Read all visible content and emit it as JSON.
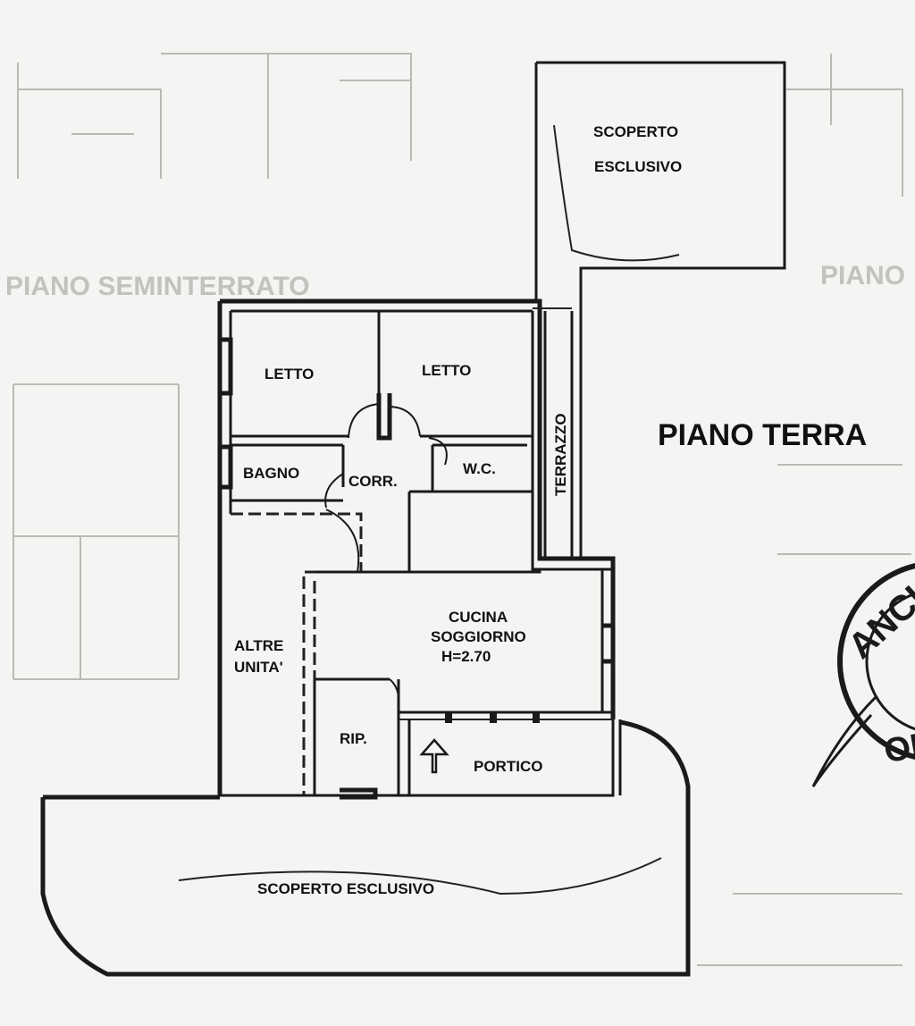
{
  "plan": {
    "title": "PIANO TERRA",
    "rooms": {
      "letto_left": "LETTO",
      "letto_right": "LETTO",
      "bagno": "BAGNO",
      "corr": "CORR.",
      "wc": "W.C.",
      "terrazzo": "TERRAZZO",
      "cucina_line1": "CUCINA",
      "cucina_line2": "SOGGIORNO",
      "cucina_height": "H=2.70",
      "altre_line1": "ALTRE",
      "altre_line2": "UNITA'",
      "rip": "RIP.",
      "portico": "PORTICO",
      "scoperto_top_line1": "SCOPERTO",
      "scoperto_top_line2": "ESCLUSIVO",
      "scoperto_bottom": "SCOPERTO ESCLUSIVO"
    },
    "background_text": {
      "left_heading": "PIANO SEMINTERRATO",
      "right_heading": "PIANO"
    },
    "stamp": {
      "top_text": "ANCHI",
      "bottom_text": "ON"
    },
    "colors": {
      "ink": "#1a1a1a",
      "paper": "#f4f4f2",
      "faded": "#c2c2bf"
    }
  }
}
